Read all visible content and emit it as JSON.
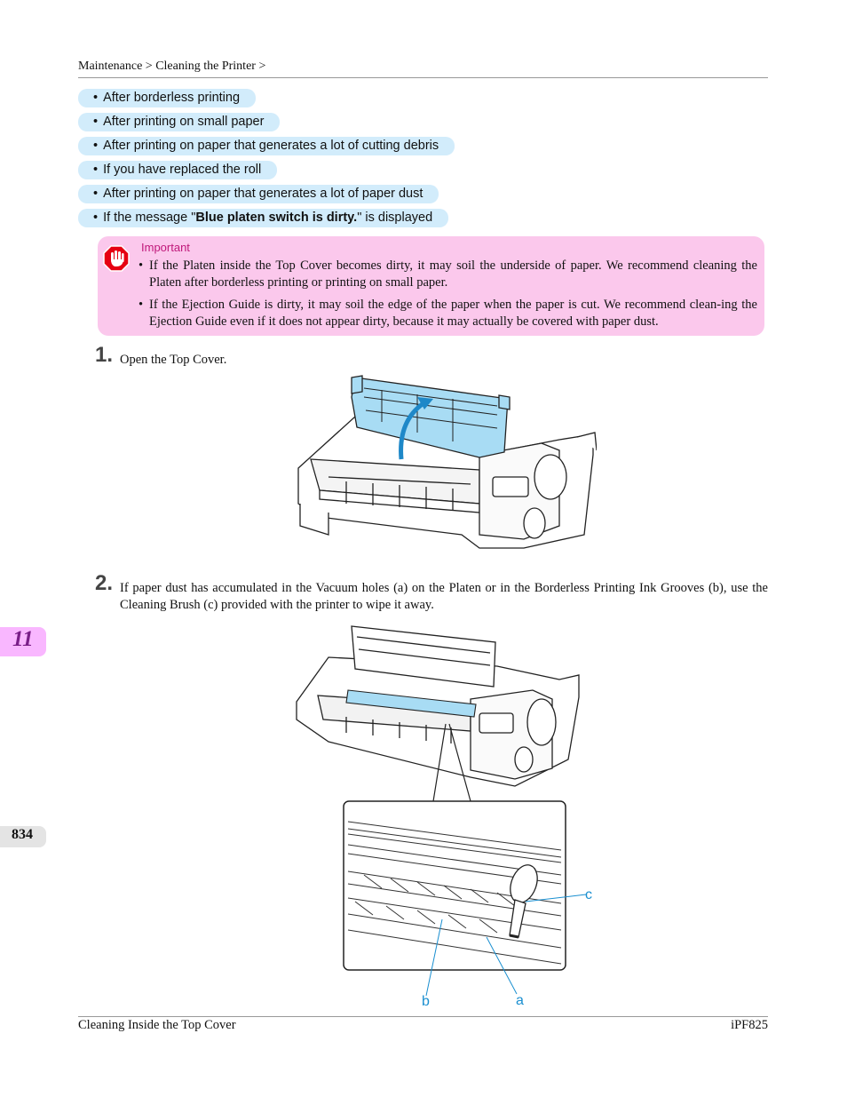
{
  "breadcrumb": {
    "text": "Maintenance > Cleaning the Printer >"
  },
  "links": [
    {
      "label": "After borderless printing"
    },
    {
      "label": "After printing on small paper"
    },
    {
      "label": "After printing on paper that generates a lot of cutting debris"
    },
    {
      "label": "If you have replaced the roll"
    },
    {
      "label": "After printing on paper that generates a lot of paper dust"
    },
    {
      "label_prefix": "If the message \"",
      "label_bold": "Blue platen switch is dirty.",
      "label_suffix": "\" is displayed"
    }
  ],
  "important": {
    "title": "Important",
    "icon": "stop-hand-icon",
    "items": [
      "If the Platen inside the Top Cover becomes dirty, it may soil the underside of paper. We recommend cleaning the Platen after borderless printing or printing on small paper.",
      "If the Ejection Guide is dirty, it may soil the edge of the paper when the paper is cut. We recommend clean-ing the Ejection Guide even if it does not appear dirty, because it may actually be covered with paper dust."
    ]
  },
  "steps": [
    {
      "number": "1.",
      "text": "Open the Top Cover."
    },
    {
      "number": "2.",
      "text": "If paper dust has accumulated in the Vacuum holes (a) on the Platen or in the Borderless Printing Ink Grooves (b), use the Cleaning Brush (c) provided with the printer to wipe it away."
    }
  ],
  "callouts": {
    "a": "a",
    "b": "b",
    "c": "c"
  },
  "sidebar": {
    "chapter": "11",
    "page": "834"
  },
  "footer": {
    "left": "Cleaning Inside the Top Cover",
    "right": "iPF825"
  },
  "colors": {
    "link_bg": "#d2ecfb",
    "important_bg": "#fbc8ec",
    "important_title": "#c0187a",
    "highlight_blue": "#a8dcf4",
    "chapter_tab": "#f9b7ff",
    "callout": "#1a8fd0"
  }
}
